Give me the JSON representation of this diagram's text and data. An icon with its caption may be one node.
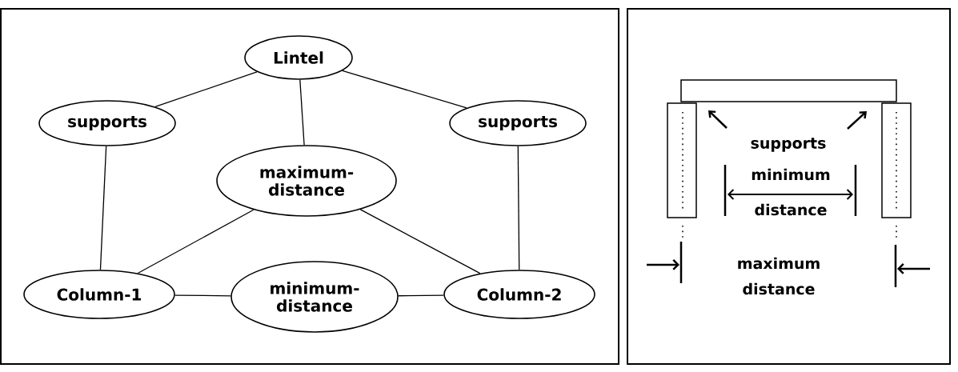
{
  "diagram": {
    "nodes": [
      {
        "text": [
          "Lintel"
        ]
      },
      {
        "text": [
          "supports"
        ]
      },
      {
        "text": [
          "supports"
        ]
      },
      {
        "text": [
          "maximum-distance"
        ]
      },
      {
        "text": [
          "Column-1"
        ]
      },
      {
        "text": [
          "minimum-distance"
        ]
      },
      {
        "text": [
          "Column-2"
        ]
      }
    ],
    "edges": [
      {
        "from": 0,
        "to": 1,
        "arrow": "none"
      },
      {
        "from": 0,
        "to": 2,
        "arrow": "none"
      },
      {
        "from": 0,
        "to": 3,
        "arrow": "none"
      },
      {
        "from": 1,
        "to": 4,
        "arrow": "none"
      },
      {
        "from": 2,
        "to": 6,
        "arrow": "none"
      },
      {
        "from": 3,
        "to": 4,
        "arrow": "none"
      },
      {
        "from": 3,
        "to": 6,
        "arrow": "none"
      },
      {
        "from": 4,
        "to": 5,
        "arrow": "none"
      },
      {
        "from": 5,
        "to": 6,
        "arrow": "none"
      }
    ],
    "labels": [
      "supports",
      "minimum distance",
      "maximum distance"
    ]
  }
}
